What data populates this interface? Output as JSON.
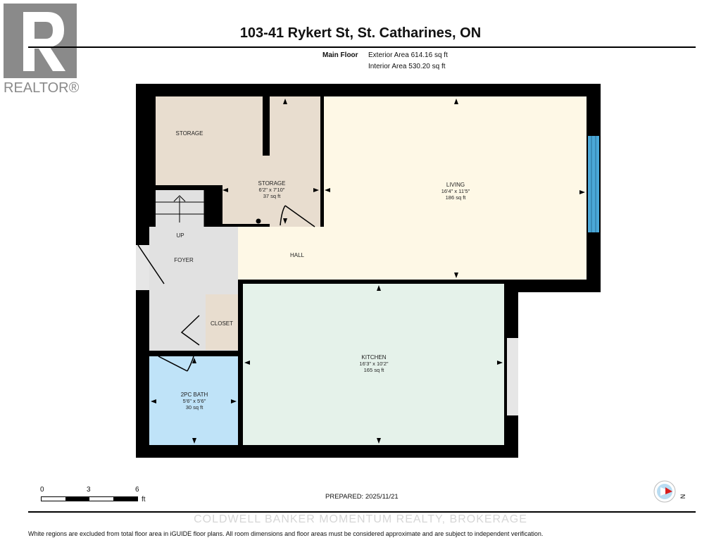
{
  "logo": {
    "text": "REALTOR®",
    "color": "#8a8a8a"
  },
  "title": "103-41 Rykert St, St. Catharines, ON",
  "floor": {
    "name": "Main Floor",
    "exterior_area": "Exterior Area 614.16 sq ft",
    "interior_area": "Interior Area 530.20 sq ft"
  },
  "rooms": {
    "storage1": {
      "name": "STORAGE"
    },
    "storage2": {
      "name": "STORAGE",
      "dims": "6'2\" x 7'10\"",
      "area": "37 sq ft"
    },
    "living": {
      "name": "LIVING",
      "dims": "16'4\" x 11'5\"",
      "area": "186 sq ft"
    },
    "hall": {
      "name": "HALL"
    },
    "up": {
      "name": "UP"
    },
    "foyer": {
      "name": "FOYER"
    },
    "closet": {
      "name": "CLOSET"
    },
    "kitchen": {
      "name": "KITCHEN",
      "dims": "16'3\" x 10'2\"",
      "area": "165 sq ft"
    },
    "bath": {
      "name": "2PC BATH",
      "dims": "5'6\" x 5'6\"",
      "area": "30 sq ft"
    }
  },
  "colors": {
    "wall": "#000000",
    "living": "#fef8e6",
    "storage": "#e8ddcf",
    "foyer": "#e1e1e1",
    "kitchen": "#e5f2ea",
    "bath": "#bfe3f8",
    "window": "#4aa8d8"
  },
  "scale": {
    "ticks": [
      "0",
      "3",
      "6"
    ],
    "unit": "ft"
  },
  "prepared": "PREPARED: 2025/11/21",
  "compass": {
    "label": "N"
  },
  "watermark": "COLDWELL BANKER MOMENTUM REALTY, BROKERAGE",
  "disclaimer": "White regions are excluded from total floor area in iGUIDE floor plans. All room dimensions and floor areas must be considered approximate and are subject to independent verification."
}
